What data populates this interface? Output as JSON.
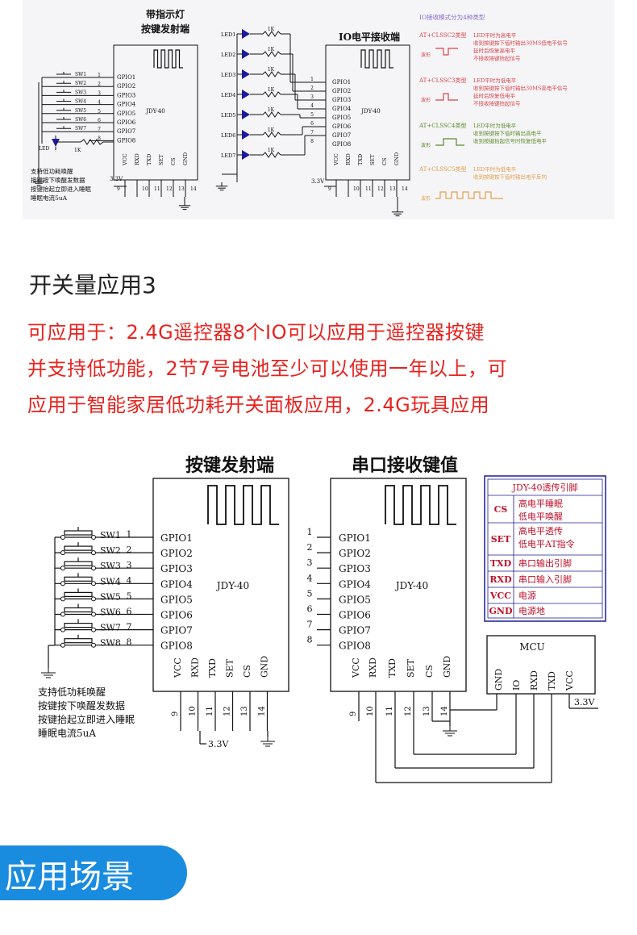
{
  "top_diagram": {
    "tx_title_1": "带指示灯",
    "tx_title_2": "按键发射端",
    "rx_title": "IO电平接收端",
    "chip_label": "JDY-40",
    "switches": [
      "SW1",
      "SW2",
      "SW3",
      "SW4",
      "SW5",
      "SW6",
      "SW7"
    ],
    "gpio": [
      "GPIO1",
      "GPIO2",
      "GPIO3",
      "GPIO4",
      "GPIO5",
      "GPIO6",
      "GPIO7",
      "GPIO8"
    ],
    "pins_bottom": [
      "VCC",
      "RXD",
      "TXD",
      "SET",
      "CS",
      "GND"
    ],
    "pin_numbers_left": [
      "1",
      "2",
      "3",
      "4",
      "5",
      "6",
      "7",
      "8"
    ],
    "pin_numbers_bottom": [
      "9",
      "10",
      "11",
      "12",
      "13",
      "14"
    ],
    "led_left": "LED",
    "led_right": [
      "LED1",
      "LED2",
      "LED3",
      "LED4",
      "LED5",
      "LED6",
      "LED7"
    ],
    "resistor": "1K",
    "supply": "3.3V",
    "notes": [
      "支持低功耗唤醒",
      "按键按下唤醒发数据",
      "按键抬起立即进入睡眠",
      "睡眠电流5uA"
    ],
    "mode_title": "IO接收模式分为4种类型",
    "modes": [
      {
        "name": "AT+CLSSC2类型",
        "lines": [
          "LED平时为高电平",
          "收到按键按下值时输出30MS低电平信号",
          "延时后恢复高电平",
          "不接收按键抬起信号"
        ]
      },
      {
        "name": "AT+CLSSC3类型",
        "lines": [
          "LED平时为低电平",
          "收到按键按下值时输出30MS高电平信号",
          "延时后恢复低电平",
          "不接收按键抬起信号"
        ]
      },
      {
        "name": "AT+CLSSC4类型",
        "lines": [
          "LED平时为低电平",
          "收到按键按下值时输出高电平",
          "收到按键抬起信号时恢复低电平"
        ]
      },
      {
        "name": "AT+CLSSC5类型",
        "lines": [
          "LED平时为低电平",
          "收到按键按下值时输出电平反向"
        ]
      }
    ],
    "wave_label": "波形"
  },
  "section": {
    "title": "开关量应用3",
    "lines": [
      "可应用于：2.4G遥控器8个IO可以应用于遥控器按键",
      "并支持低功能，2节7号电池至少可以使用一年以上，可",
      "应用于智能家居低功耗开关面板应用，2.4G玩具应用"
    ]
  },
  "bottom_diagram": {
    "tx_title": "按键发射端",
    "rx_title": "串口接收键值",
    "chip_label": "JDY-40",
    "switches": [
      "SW1",
      "SW2",
      "SW3",
      "SW4",
      "SW5",
      "SW6",
      "SW7",
      "SW8"
    ],
    "gpio": [
      "GPIO1",
      "GPIO2",
      "GPIO3",
      "GPIO4",
      "GPIO5",
      "GPIO6",
      "GPIO7",
      "GPIO8"
    ],
    "pins_bottom": [
      "VCC",
      "RXD",
      "TXD",
      "SET",
      "CS",
      "GND"
    ],
    "pin_numbers_left": [
      "1",
      "2",
      "3",
      "4",
      "5",
      "6",
      "7",
      "8"
    ],
    "pin_numbers_bottom": [
      "9",
      "10",
      "11",
      "12",
      "13",
      "14"
    ],
    "supply": "3.3V",
    "notes": [
      "支持低功耗唤醒",
      "按键按下唤醒发数据",
      "按键抬起立即进入睡眠",
      "睡眠电流5uA"
    ],
    "pin_table_title": "JDY-40透传引脚",
    "pin_table": [
      {
        "pin": "CS",
        "desc": [
          "高电平睡眠",
          "低电平唤醒"
        ]
      },
      {
        "pin": "SET",
        "desc": [
          "高电平透传",
          "低电平AT指令"
        ]
      },
      {
        "pin": "TXD",
        "desc": [
          "串口输出引脚"
        ]
      },
      {
        "pin": "RXD",
        "desc": [
          "串口输入引脚"
        ]
      },
      {
        "pin": "VCC",
        "desc": [
          "电源"
        ]
      },
      {
        "pin": "GND",
        "desc": [
          "电源地"
        ]
      }
    ],
    "mcu_label": "MCU",
    "mcu_pins": [
      "GND",
      "IO",
      "RXD",
      "TXD",
      "VCC"
    ]
  },
  "scene_label": "应用场景",
  "colors": {
    "red": "#e8231f",
    "accent_blue": "#1a8ce0",
    "diagram_blue": "#1b1b9a",
    "table_red": "#c0102a",
    "mode_red": "#d9434a",
    "mode_green": "#5e8a2c",
    "mode_orange": "#e3a04a"
  }
}
